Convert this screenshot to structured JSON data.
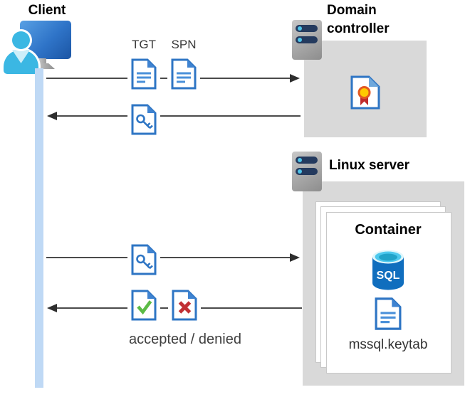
{
  "client": {
    "label": "Client"
  },
  "domain_controller": {
    "label": "Domain controller"
  },
  "linux_server": {
    "label": "Linux server"
  },
  "container": {
    "title": "Container",
    "sql_label": "SQL",
    "keytab_label": "mssql.keytab"
  },
  "flow": {
    "tgt_label": "TGT",
    "spn_label": "SPN",
    "result_label": "accepted / denied"
  },
  "icons": {
    "client": "user-at-monitor-icon",
    "server": "server-icon",
    "certificate": "certificate-document-icon",
    "ticket": "document-icon",
    "key_ticket": "key-document-icon",
    "accepted": "check-document-icon",
    "denied": "x-document-icon",
    "sql": "sql-database-icon"
  },
  "colors": {
    "doc_border_blue": "#2E75C4",
    "doc_fold_blue": "#3F83D1",
    "doc_line_blue": "#4A90D9",
    "accepted_green": "#5CBB46",
    "denied_red": "#C13034",
    "lifeline_blue": "#BFD9F5",
    "panel_gray": "#D9D9D9",
    "arrow_gray": "#4A4A4A",
    "sql_body_blue": "#106EBE",
    "sql_top_cyan": "#4EC9EE",
    "person_cyan": "#3BB7E3",
    "monitor_blue": "#2F74C8",
    "server_bar_navy": "#243A5E",
    "certificate_yellow": "#FFC900",
    "certificate_ribbon_red": "#C02B2B"
  }
}
